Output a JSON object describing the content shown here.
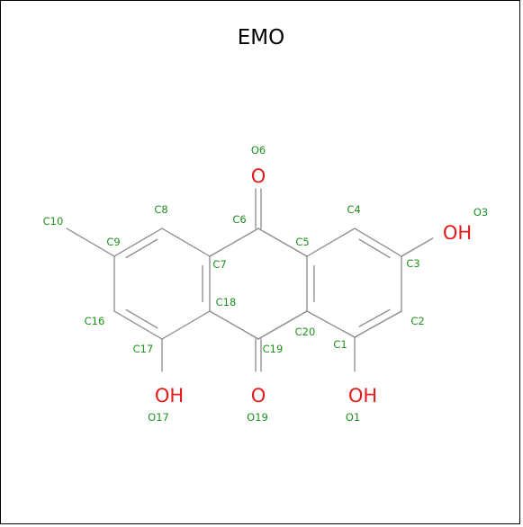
{
  "title": "EMO",
  "colors": {
    "bond": "#888888",
    "atom_label": "#1f8f1f",
    "oxygen": "#e31b1b",
    "title": "#000000"
  },
  "atom_labels": [
    {
      "id": "O6",
      "text": "O6"
    },
    {
      "id": "C10",
      "text": "C10"
    },
    {
      "id": "C8",
      "text": "C8"
    },
    {
      "id": "C6",
      "text": "C6"
    },
    {
      "id": "C4",
      "text": "C4"
    },
    {
      "id": "O3",
      "text": "O3"
    },
    {
      "id": "C9",
      "text": "C9"
    },
    {
      "id": "C5",
      "text": "C5"
    },
    {
      "id": "C7",
      "text": "C7"
    },
    {
      "id": "C3",
      "text": "C3"
    },
    {
      "id": "C18",
      "text": "C18"
    },
    {
      "id": "C16",
      "text": "C16"
    },
    {
      "id": "C2",
      "text": "C2"
    },
    {
      "id": "C20",
      "text": "C20"
    },
    {
      "id": "C17",
      "text": "C17"
    },
    {
      "id": "C1",
      "text": "C1"
    },
    {
      "id": "C19",
      "text": "C19"
    },
    {
      "id": "O17",
      "text": "O17"
    },
    {
      "id": "O19",
      "text": "O19"
    },
    {
      "id": "O1",
      "text": "O1"
    }
  ],
  "heteroatoms": [
    {
      "id": "O6",
      "text": "O"
    },
    {
      "id": "O3",
      "text": "OH"
    },
    {
      "id": "O17",
      "text": "OH"
    },
    {
      "id": "O19",
      "text": "O"
    },
    {
      "id": "O1",
      "text": "OH"
    }
  ]
}
